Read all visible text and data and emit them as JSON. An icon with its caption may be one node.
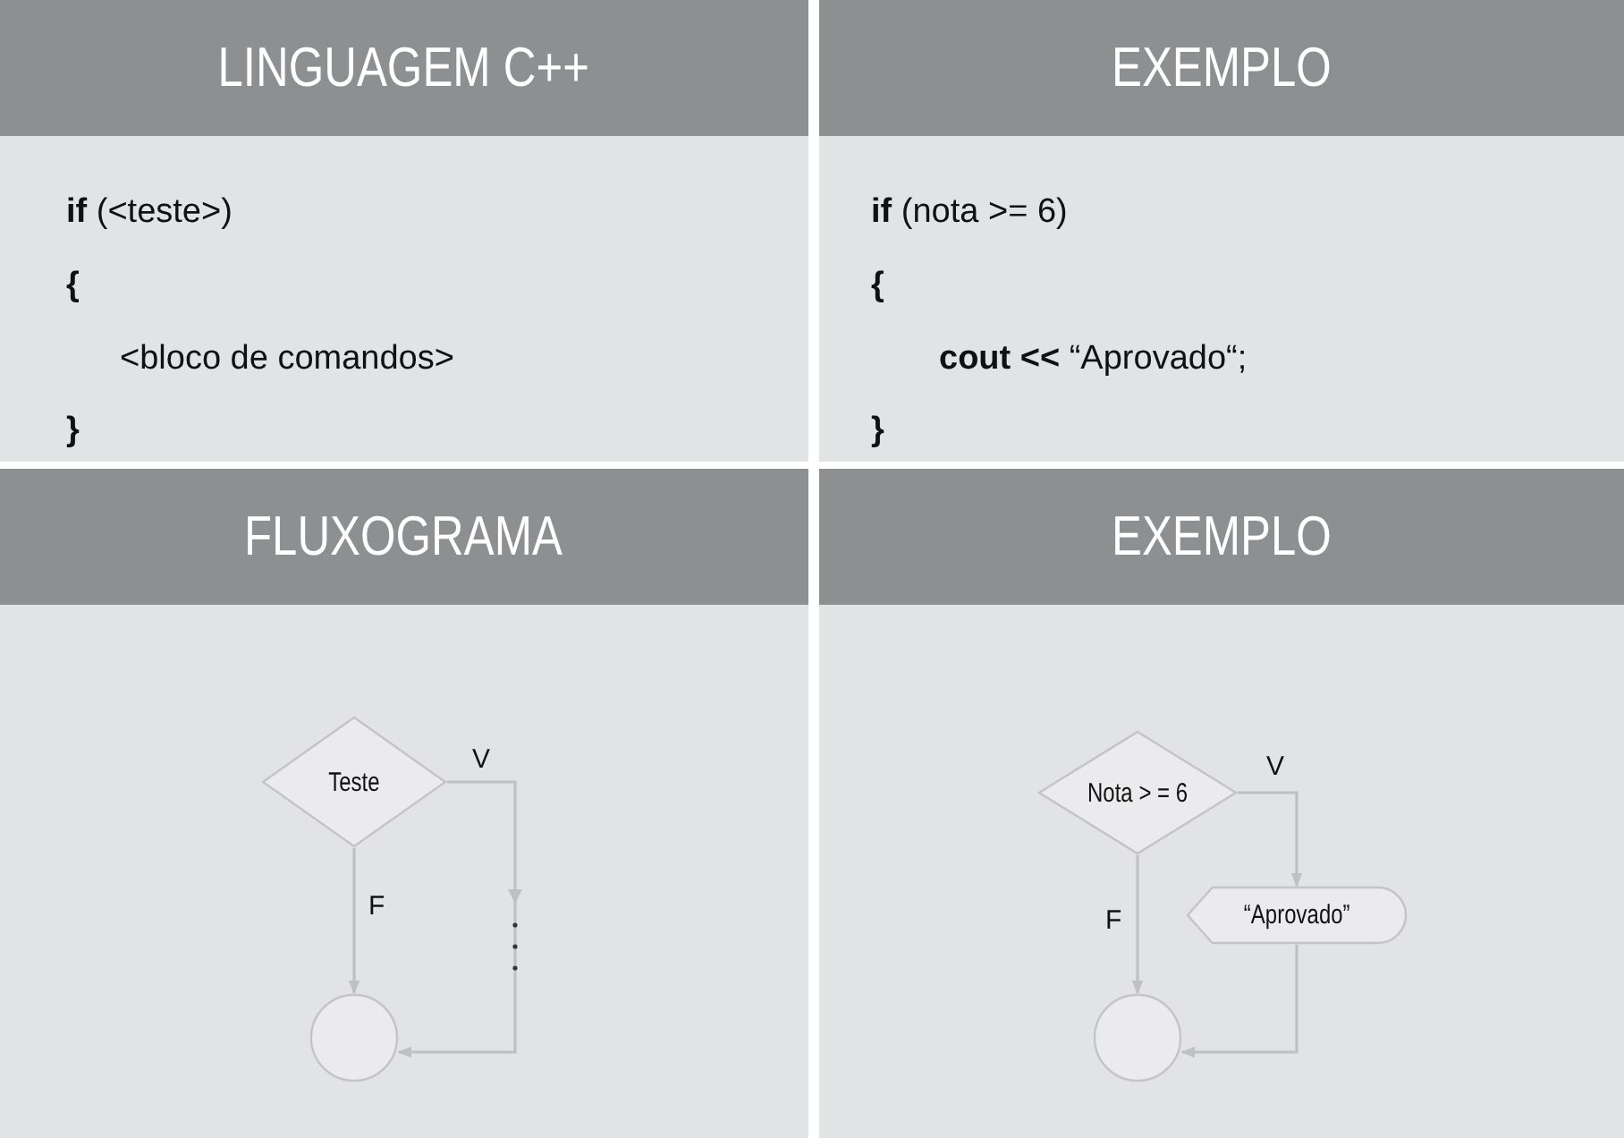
{
  "diagram": {
    "nodes": [
      {
        "text": [
          "LINGUAGEM C++"
        ]
      },
      {
        "text": [
          "EXEMPLO"
        ]
      },
      {
        "text": [
          "FLUXOGRAMA"
        ]
      },
      {
        "text": [
          "EXEMPLO"
        ]
      },
      {
        "text": [
          "Teste"
        ],
        "in": 2
      },
      {
        "text": [],
        "shape": "circle",
        "in": 2
      },
      {
        "text": [
          "Nota > = 6"
        ],
        "in": 3
      },
      {
        "text": [
          "“Aprovado”"
        ],
        "in": 3
      },
      {
        "text": [],
        "shape": "circle",
        "in": 3
      }
    ],
    "edges": [
      {
        "from": 4,
        "to": 5,
        "arrow": "to",
        "label": "F"
      },
      {
        "from": 4,
        "to": 5,
        "arrow": "to",
        "label": "V"
      },
      {
        "from": 6,
        "to": 8,
        "arrow": "to",
        "label": "F"
      },
      {
        "from": 6,
        "to": 7,
        "arrow": "to",
        "label": "V"
      },
      {
        "from": 7,
        "to": 8,
        "arrow": "to"
      }
    ],
    "labels": [
      "**if** (<teste>)",
      "{",
      "<bloco de comandos>",
      "}",
      "**if** (nota >= 6)",
      "{",
      "**cout <<** “Aprovado“;",
      "}"
    ]
  }
}
